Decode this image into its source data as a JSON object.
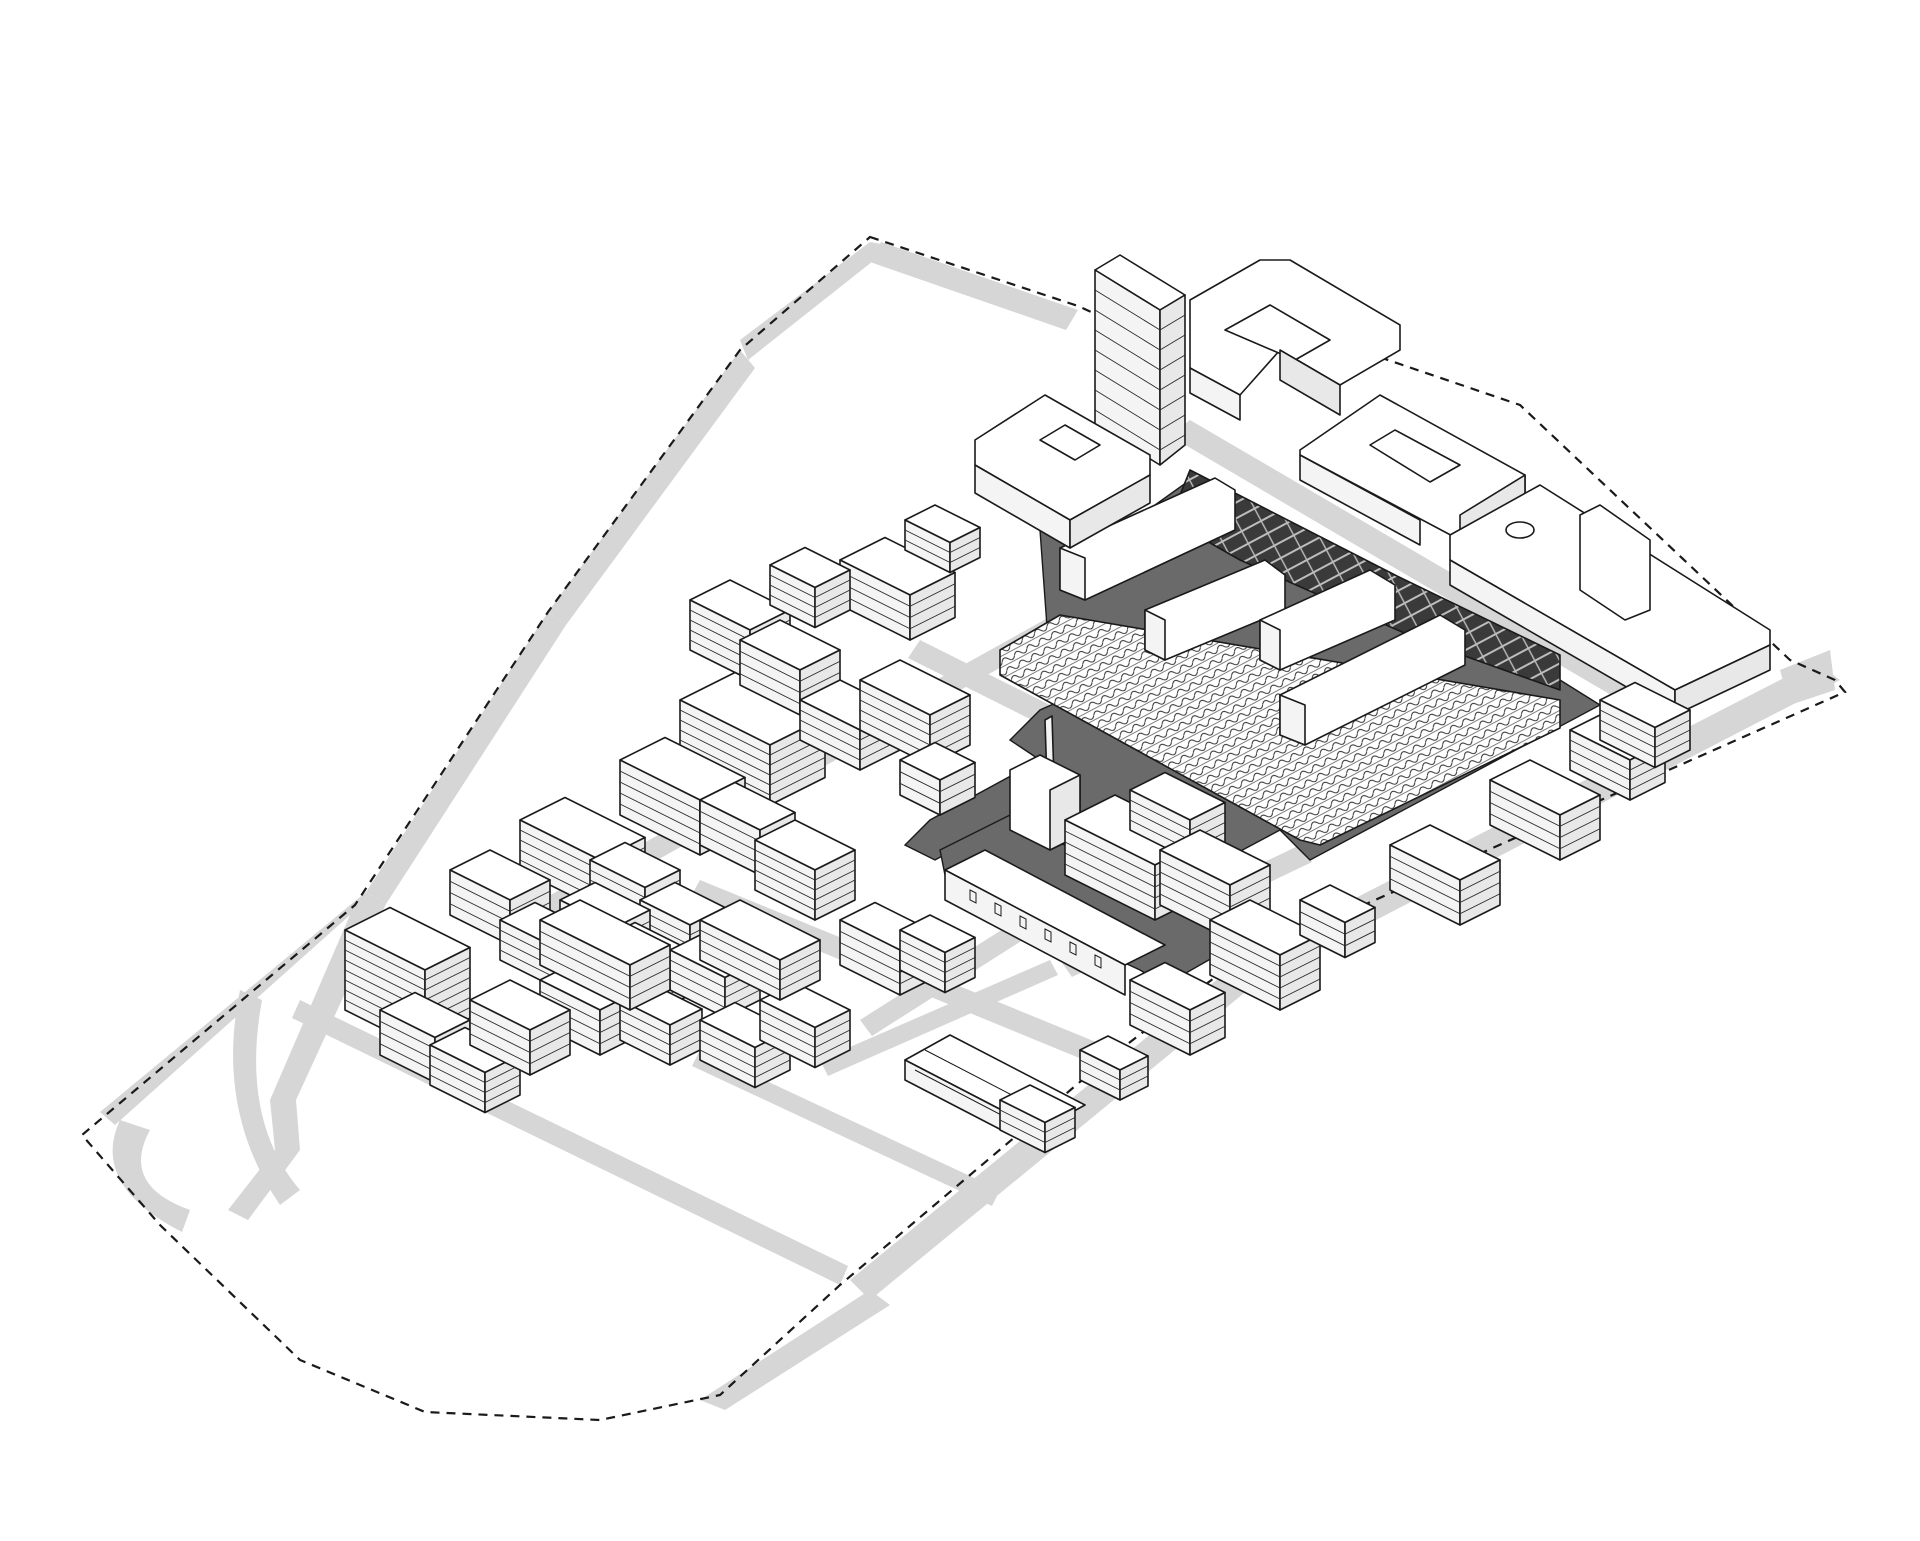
{
  "diagram": {
    "title": "",
    "style": "isometric axonometric site plan",
    "colors": {
      "background": "#ffffff",
      "roads": "#d6d6d6",
      "paved_square": "#6a6a6a",
      "roofs": "#ffffff",
      "outline": "#1a1a1a"
    },
    "elements": [
      "site-boundary",
      "road-network",
      "central-market-hall",
      "high-rise-tower",
      "courtyard-blocks",
      "industrial-chimney",
      "historic-warehouse",
      "residential-blocks"
    ]
  }
}
